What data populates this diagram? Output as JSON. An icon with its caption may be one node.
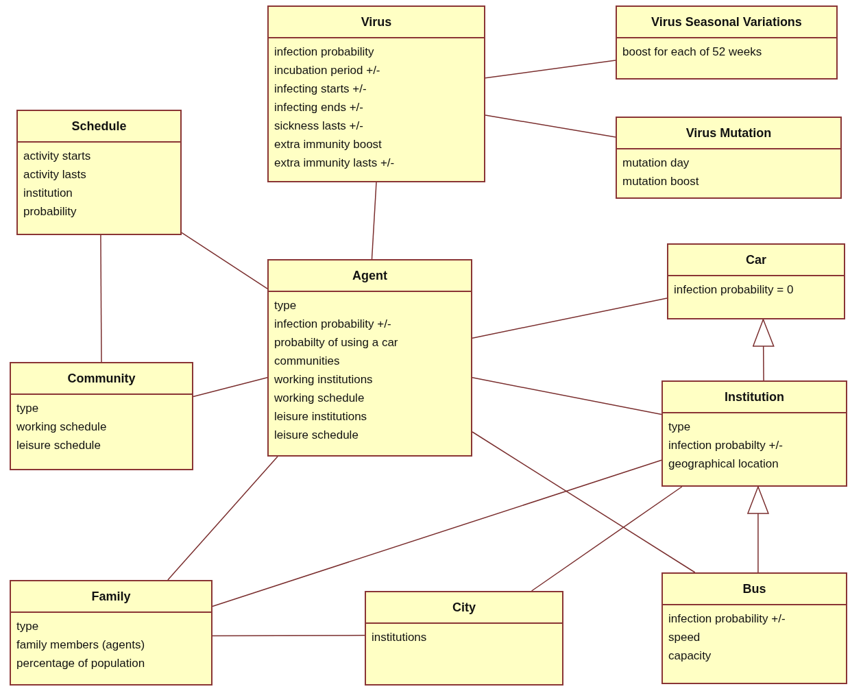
{
  "diagram": {
    "nodes": [
      {
        "text": [
          "Virus",
          "infection probability",
          "incubation period +/-",
          "infecting starts +/-",
          "infecting ends +/-",
          "sickness lasts +/-",
          "extra immunity boost",
          "extra immunity lasts +/-"
        ]
      },
      {
        "text": [
          "Virus Seasonal Variations",
          "boost for each of 52 weeks"
        ]
      },
      {
        "text": [
          "Virus Mutation",
          "mutation day",
          "mutation boost"
        ]
      },
      {
        "text": [
          "Schedule",
          "activity starts",
          "activity lasts",
          "institution",
          "probability"
        ]
      },
      {
        "text": [
          "Agent",
          "type",
          "infection probability +/-",
          "probabilty of using a car",
          "communities",
          "working institutions",
          "working schedule",
          "leisure institutions",
          "leisure schedule"
        ]
      },
      {
        "text": [
          "Car",
          "infection probability = 0"
        ]
      },
      {
        "text": [
          "Community",
          "type",
          "working schedule",
          "leisure schedule"
        ]
      },
      {
        "text": [
          "Institution",
          "type",
          "infection probabilty +/-",
          "geographical location"
        ]
      },
      {
        "text": [
          "Family",
          "type",
          "family members (agents)",
          "percentage of population"
        ]
      },
      {
        "text": [
          "City",
          "institutions"
        ]
      },
      {
        "text": [
          "Bus",
          "infection probability +/-",
          "speed",
          "capacity"
        ]
      }
    ],
    "edges": [
      {
        "from": 0,
        "to": 1,
        "arrow": "none"
      },
      {
        "from": 0,
        "to": 2,
        "arrow": "none"
      },
      {
        "from": 0,
        "to": 4,
        "arrow": "none"
      },
      {
        "from": 3,
        "to": 4,
        "arrow": "none"
      },
      {
        "from": 3,
        "to": 6,
        "arrow": "none"
      },
      {
        "from": 4,
        "to": 6,
        "arrow": "none"
      },
      {
        "from": 4,
        "to": 5,
        "arrow": "none"
      },
      {
        "from": 7,
        "to": 5,
        "arrow": "to"
      },
      {
        "from": 4,
        "to": 7,
        "arrow": "none"
      },
      {
        "from": 4,
        "to": 10,
        "arrow": "none"
      },
      {
        "from": 4,
        "to": 8,
        "arrow": "none"
      },
      {
        "from": 8,
        "to": 7,
        "arrow": "none"
      },
      {
        "from": 9,
        "to": 7,
        "arrow": "none"
      },
      {
        "from": 8,
        "to": 9,
        "arrow": "none"
      },
      {
        "from": 10,
        "to": 7,
        "arrow": "to"
      }
    ]
  }
}
